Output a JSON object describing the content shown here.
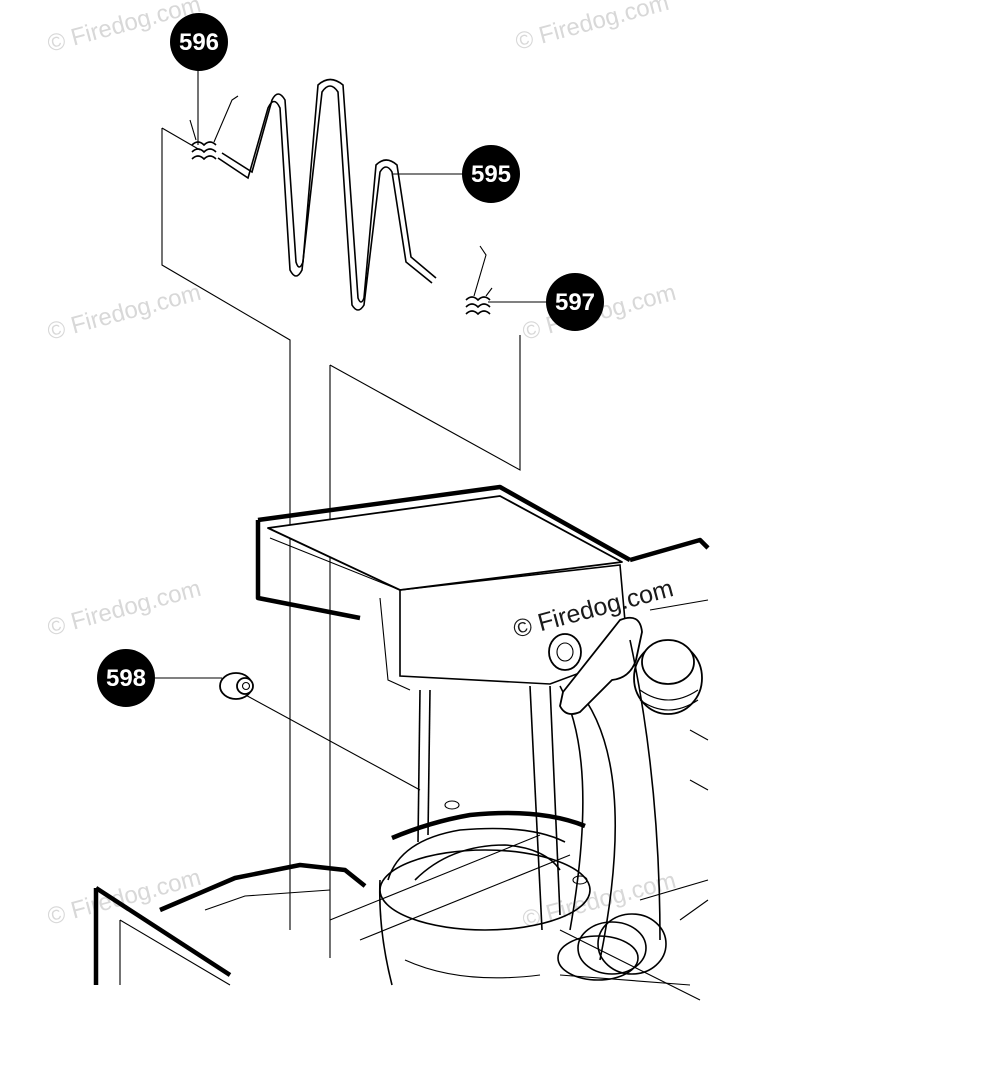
{
  "watermark": "© Firedog.com",
  "callouts": [
    {
      "id": "c596",
      "label": "596"
    },
    {
      "id": "c595",
      "label": "595"
    },
    {
      "id": "c597",
      "label": "597"
    },
    {
      "id": "c598",
      "label": "598"
    }
  ],
  "colors": {
    "callout_fill": "#000000",
    "callout_text": "#ffffff",
    "line": "#000000",
    "watermark": "#d8d8d8"
  }
}
